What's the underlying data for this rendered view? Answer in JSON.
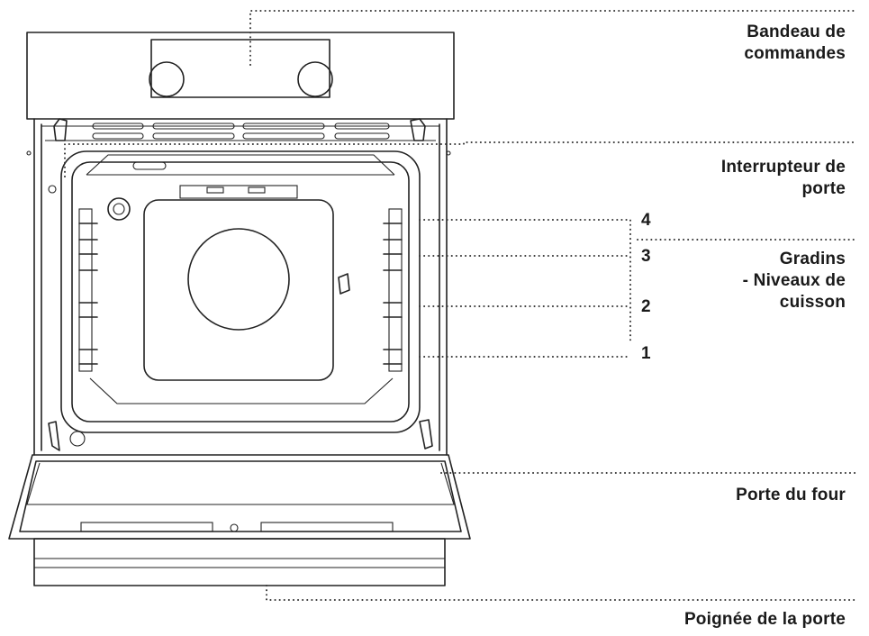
{
  "diagram": {
    "labels": {
      "control_panel_line1": "Bandeau de",
      "control_panel_line2": "commandes",
      "door_switch_line1": "Interrupteur de",
      "door_switch_line2": "porte",
      "racks_line1": "Gradins",
      "racks_line2": "- Niveaux de",
      "racks_line3": "cuisson",
      "oven_door": "Porte du four",
      "door_handle": "Poignée de la porte"
    },
    "levels": [
      "4",
      "3",
      "2",
      "1"
    ],
    "colors": {
      "stroke": "#222222",
      "text": "#1a1a1a",
      "background": "#ffffff"
    }
  }
}
